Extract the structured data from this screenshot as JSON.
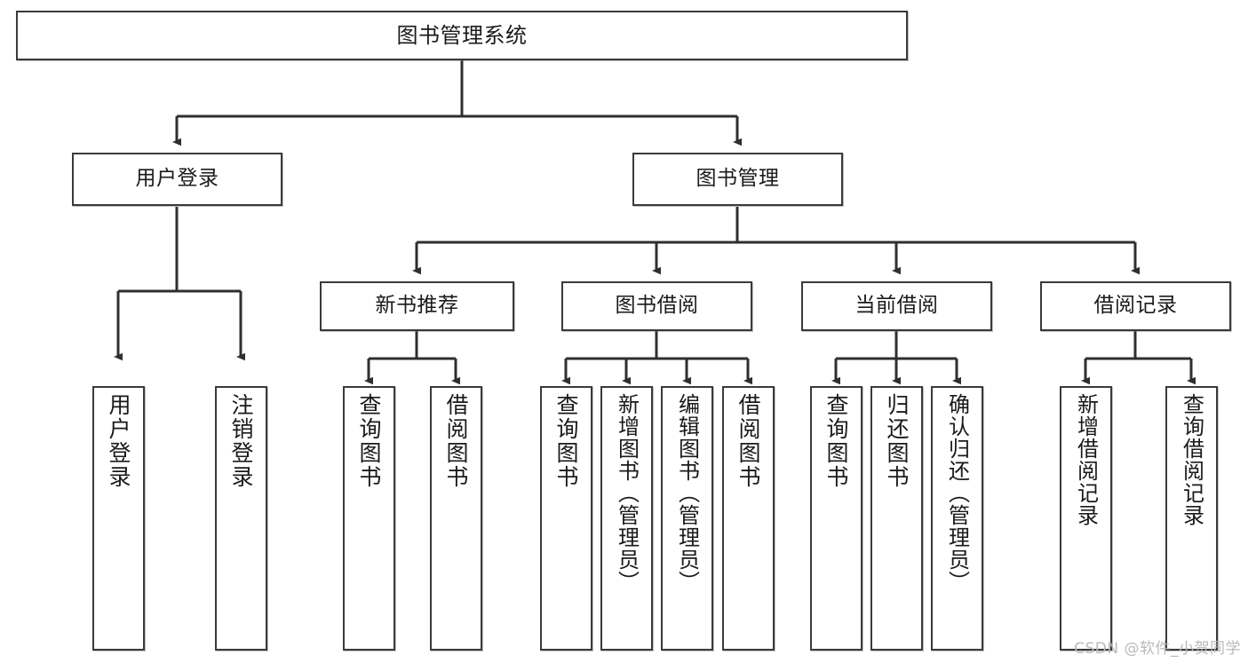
{
  "diagram": {
    "title": "图书管理系统",
    "type": "tree",
    "watermark": "CSDN @软件_小贺同学",
    "colors": {
      "box_border": "#3a3a3a",
      "box_fill": "#ffffff",
      "edge": "#2f2f2f",
      "text": "#1a1a1a",
      "watermark": "#b9b9b9",
      "background": "#ffffff"
    },
    "levels": {
      "root": {
        "label": "图书管理系统"
      },
      "level1": [
        {
          "id": "user-login",
          "label": "用户登录"
        },
        {
          "id": "book-manage",
          "label": "图书管理"
        }
      ],
      "level2": [
        {
          "id": "new-book-recommend",
          "label": "新书推荐",
          "parent": "book-manage"
        },
        {
          "id": "book-borrow",
          "label": "图书借阅",
          "parent": "book-manage"
        },
        {
          "id": "current-borrow",
          "label": "当前借阅",
          "parent": "book-manage"
        },
        {
          "id": "borrow-record",
          "label": "借阅记录",
          "parent": "book-manage"
        }
      ],
      "leaves": [
        {
          "id": "leaf-user-login",
          "label": "用户登录",
          "parent": "user-login"
        },
        {
          "id": "leaf-logout-login",
          "label": "注销登录",
          "parent": "user-login"
        },
        {
          "id": "leaf-query-book-1",
          "label": "查询图书",
          "parent": "new-book-recommend"
        },
        {
          "id": "leaf-borrow-book-1",
          "label": "借阅图书",
          "parent": "new-book-recommend"
        },
        {
          "id": "leaf-query-book-2",
          "label": "查询图书",
          "parent": "book-borrow"
        },
        {
          "id": "leaf-add-book",
          "label": "新增图书（管理员）",
          "parent": "book-borrow"
        },
        {
          "id": "leaf-edit-book",
          "label": "编辑图书（管理员）",
          "parent": "book-borrow"
        },
        {
          "id": "leaf-borrow-book-2",
          "label": "借阅图书",
          "parent": "book-borrow"
        },
        {
          "id": "leaf-query-book-3",
          "label": "查询图书",
          "parent": "current-borrow"
        },
        {
          "id": "leaf-return-book",
          "label": "归还图书",
          "parent": "current-borrow"
        },
        {
          "id": "leaf-confirm-return",
          "label": "确认归还（管理员）",
          "parent": "current-borrow"
        },
        {
          "id": "leaf-add-record",
          "label": "新增借阅记录",
          "parent": "borrow-record"
        },
        {
          "id": "leaf-query-record",
          "label": "查询借阅记录",
          "parent": "borrow-record"
        }
      ]
    }
  }
}
